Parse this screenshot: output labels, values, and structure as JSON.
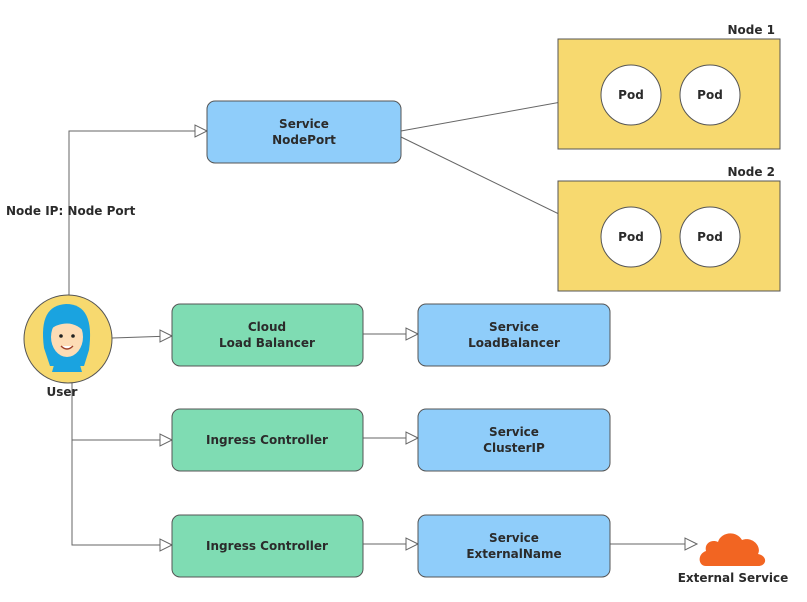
{
  "colors": {
    "node_fill": "#f7d96f",
    "pod_fill": "#ffffff",
    "service_fill": "#8fcdfa",
    "gateway_fill": "#7fdcb3",
    "user_fill": "#f7d96f",
    "cloud_fill": "#f26522",
    "edge": "#666666",
    "text": "#2b2b2b"
  },
  "nodes": {
    "node1": {
      "label": "Node 1",
      "pods": [
        "Pod",
        "Pod"
      ]
    },
    "node2": {
      "label": "Node 2",
      "pods": [
        "Pod",
        "Pod"
      ]
    }
  },
  "user": {
    "label": "User",
    "icon": "user-avatar-icon"
  },
  "edge_labels": {
    "node_ip_port": "Node IP: Node Port"
  },
  "services": {
    "nodeport": [
      "Service",
      "NodePort"
    ],
    "loadbalancer": [
      "Service",
      "LoadBalancer"
    ],
    "clusterip": [
      "Service",
      "ClusterIP"
    ],
    "externalname": [
      "Service",
      "ExternalName"
    ]
  },
  "gateways": {
    "cloud_lb": [
      "Cloud",
      "Load Balancer"
    ],
    "ingress1": [
      "Ingress Controller"
    ],
    "ingress2": [
      "Ingress Controller"
    ]
  },
  "external": {
    "label": "External Service",
    "icon": "cloud-icon"
  }
}
